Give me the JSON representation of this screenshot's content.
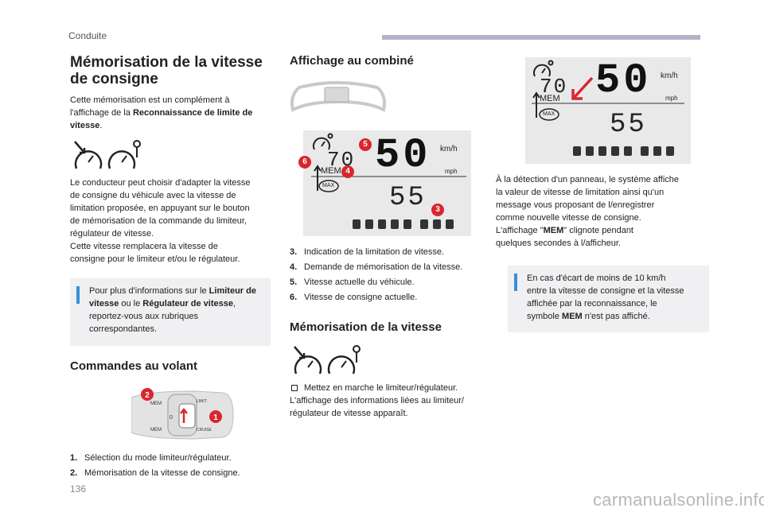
{
  "header": {
    "section": "Conduite",
    "accent_color": "#b7b3c7"
  },
  "col1": {
    "title_line1": "Mémorisation de la vitesse",
    "title_line2": "de consigne",
    "intro_plain": "Cette mémorisation est un complément à l'affichage de la ",
    "intro_bold": "Reconnaissance de limite de vitesse",
    "intro_end": ".",
    "para2": [
      "Le conducteur peut choisir d'adapter la vitesse",
      "de consigne du véhicule avec la vitesse de",
      "limitation proposée, en appuyant sur le bouton",
      "de mémorisation de la commande du limiteur,",
      "régulateur de vitesse.",
      "Cette vitesse remplacera la vitesse de",
      "consigne pour le limiteur et/ou le régulateur."
    ],
    "info": {
      "t1": "Pour plus d'informations sur le ",
      "b1": "Limiteur de vitesse",
      "t2": " ou le ",
      "b2": "Régulateur de vitesse",
      "t3": ", reportez-vous aux rubriques correspondantes."
    },
    "subtitle": "Commandes au volant",
    "stalk_labels": {
      "mem": "MEM",
      "limit": "LIMIT",
      "cruise": "CRUISE",
      "zero": "0",
      "one": "1",
      "two": "2"
    },
    "items": [
      {
        "n": "1.",
        "text": "Sélection du mode limiteur/régulateur."
      },
      {
        "n": "2.",
        "text": "Mémorisation de la vitesse de consigne."
      }
    ]
  },
  "col2": {
    "title": "Affichage au combiné",
    "display": {
      "speed": "50",
      "unit_kmh": "km/h",
      "unit_mph": "mph",
      "limit": "70",
      "mem": "MEM",
      "max": "MAX",
      "set": "55"
    },
    "badges": [
      "5",
      "6",
      "4",
      "3"
    ],
    "items": [
      {
        "n": "3.",
        "text": "Indication de la limitation de vitesse."
      },
      {
        "n": "4.",
        "text": "Demande de mémorisation de la vitesse."
      },
      {
        "n": "5.",
        "text": "Vitesse actuelle du véhicule."
      },
      {
        "n": "6.",
        "text": "Vitesse de consigne actuelle."
      }
    ],
    "subtitle": "Mémorisation de la vitesse",
    "bullet": "",
    "step1": "Mettez en marche le limiteur/régulateur.",
    "step2": "L'affichage des informations liées au limiteur/",
    "step3": "régulateur de vitesse apparaît."
  },
  "col3": {
    "display": {
      "speed": "50",
      "unit_kmh": "km/h",
      "unit_mph": "mph",
      "limit": "70",
      "mem": "MEM",
      "max": "MAX",
      "set": "55"
    },
    "para": [
      "À la détection d'un panneau, le système affiche",
      "la valeur de vitesse de limitation ainsi qu'un",
      "message vous proposant de l/enregistrer",
      "comme nouvelle vitesse de consigne."
    ],
    "para_mem_pre": "L'affichage \"",
    "para_mem_bold": "MEM",
    "para_mem_post": "\" clignote pendant",
    "para_last": "quelques secondes à l/afficheur.",
    "info": [
      "En cas d'écart de moins de 10 km/h",
      "entre la vitesse de consigne et la vitesse",
      "affichée par la reconnaissance, le"
    ],
    "info_pre": "symbole ",
    "info_bold": "MEM",
    "info_post": " n'est pas affiché."
  },
  "footer": {
    "page": "136",
    "watermark": "carmanualsonline.info"
  },
  "colors": {
    "info_bar": "#3a8fd6",
    "badge": "#d9262e",
    "lcd_bg": "#e9e9ea"
  }
}
